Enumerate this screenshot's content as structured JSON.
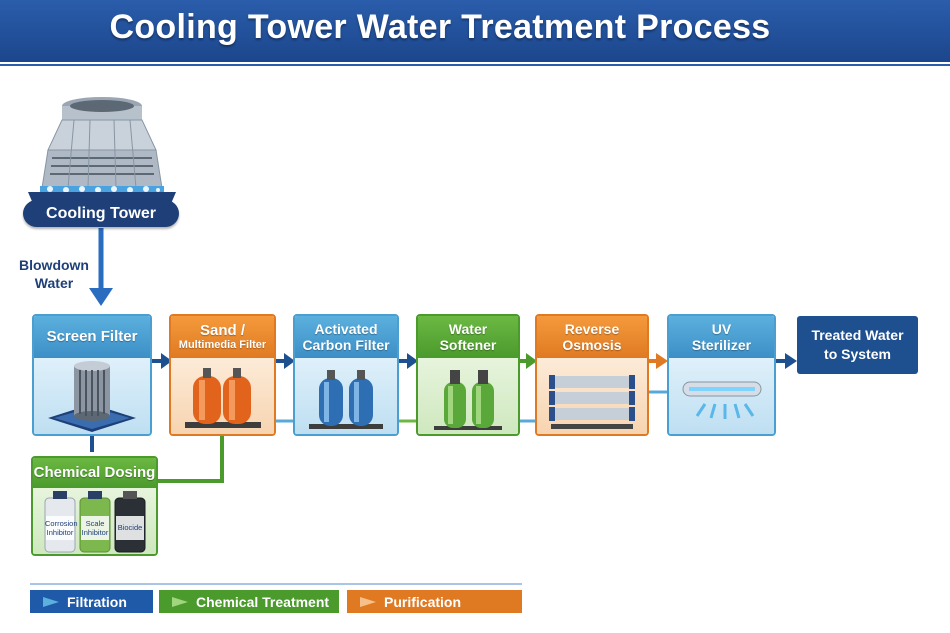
{
  "header": {
    "title": "Cooling Tower Water Treatment Process"
  },
  "cooling_tower": {
    "label": "Cooling Tower"
  },
  "blowdown": {
    "line1": "Blowdown",
    "line2": "Water"
  },
  "steps": {
    "screen_filter": {
      "label": "Screen Filter"
    },
    "sand_filter": {
      "line1": "Sand /",
      "line2": "Multimedia Filter"
    },
    "carbon_filter": {
      "line1": "Activated",
      "line2": "Carbon Filter"
    },
    "softener": {
      "line1": "Water",
      "line2": "Softener"
    },
    "reverse_osmosis": {
      "line1": "Reverse",
      "line2": "Osmosis"
    },
    "uv": {
      "line1": "UV",
      "line2": "Sterilizer"
    },
    "treated": {
      "line1": "Treated Water",
      "line2": "to System"
    }
  },
  "chemical_dosing": {
    "label": "Chemical Dosing",
    "bottles": [
      {
        "line1": "Corrosion",
        "line2": "Inhibitor"
      },
      {
        "line1": "Scale",
        "line2": "Inhibitor"
      },
      {
        "line1": "Biocide",
        "line2": ""
      }
    ]
  },
  "legend": {
    "filtration": "Filtration",
    "chemical": "Chemical Treatment",
    "purification": "Purification"
  },
  "colors": {
    "blue": "#2a5dab",
    "orange": "#e07a22",
    "green": "#4a9a2c",
    "navy": "#1e4f8f"
  }
}
